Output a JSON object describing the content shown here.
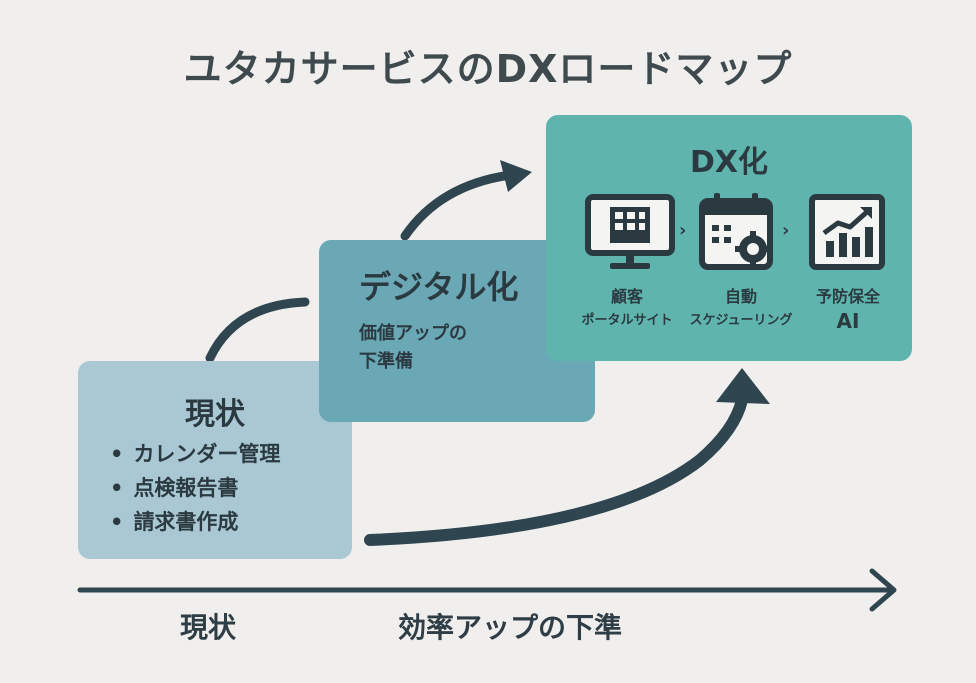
{
  "title": "ユタカサービスのDXロードマップ",
  "stages": {
    "current": {
      "heading": "現状",
      "items": [
        "カレンダー管理",
        "点検報告書",
        "請求書作成"
      ]
    },
    "digital": {
      "heading": "デジタル化",
      "subtitle_line1": "価値アップの",
      "subtitle_line2": "下準備"
    },
    "dx": {
      "heading": "DX化",
      "steps": [
        {
          "icon": "monitor-building-icon",
          "label_line1": "顧客",
          "label_line2": "ポータルサイト"
        },
        {
          "icon": "calendar-gear-icon",
          "label_line1": "自動",
          "label_line2": "スケジューリング"
        },
        {
          "icon": "growth-chart-icon",
          "label_line1": "予防保全",
          "label_line2": "AI"
        }
      ]
    }
  },
  "axis": {
    "start_label": "現状",
    "end_label": "効率アップの下準"
  },
  "colors": {
    "background": "#f1efed",
    "current_box": "#a9c8d4",
    "digital_box": "#6aa8b6",
    "dx_box": "#5fb5ad",
    "arrow": "#2f4550"
  }
}
